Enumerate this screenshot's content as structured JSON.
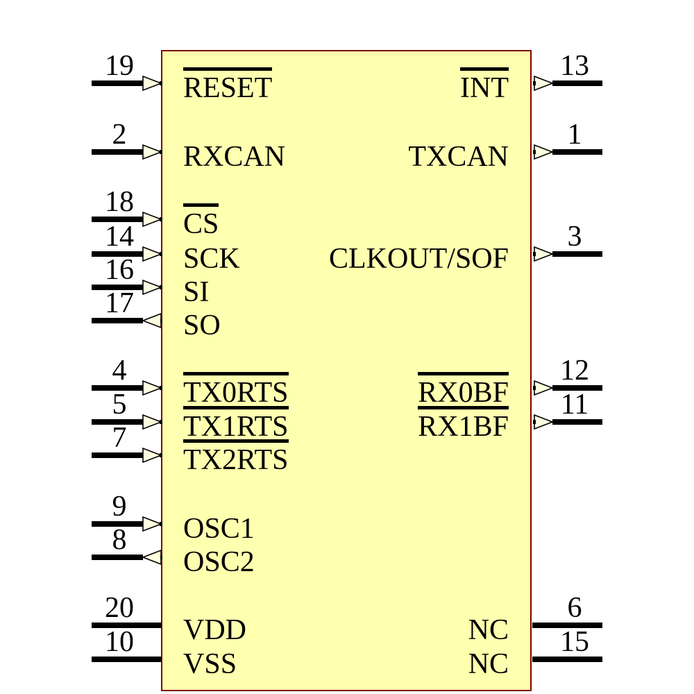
{
  "diagram": {
    "kind": "ic-schematic-symbol",
    "body_fill": "#FFFFB0",
    "body_border": "#7F0000",
    "arrow_fill": "#FFFFE0",
    "line_color": "#000000"
  },
  "pins": {
    "left": [
      {
        "number": "19",
        "label": "RESET",
        "overbar": true,
        "direction": "input"
      },
      {
        "number": "2",
        "label": "RXCAN",
        "overbar": false,
        "direction": "input"
      },
      {
        "number": "18",
        "label": "CS",
        "overbar": true,
        "direction": "input"
      },
      {
        "number": "14",
        "label": "SCK",
        "overbar": false,
        "direction": "input"
      },
      {
        "number": "16",
        "label": "SI",
        "overbar": false,
        "direction": "input"
      },
      {
        "number": "17",
        "label": "SO",
        "overbar": false,
        "direction": "output"
      },
      {
        "number": "4",
        "label": "TX0RTS",
        "overbar": true,
        "direction": "input"
      },
      {
        "number": "5",
        "label": "TX1RTS",
        "overbar": true,
        "direction": "input"
      },
      {
        "number": "7",
        "label": "TX2RTS",
        "overbar": true,
        "direction": "input"
      },
      {
        "number": "9",
        "label": "OSC1",
        "overbar": false,
        "direction": "input"
      },
      {
        "number": "8",
        "label": "OSC2",
        "overbar": false,
        "direction": "output"
      },
      {
        "number": "20",
        "label": "VDD",
        "overbar": false,
        "direction": "power"
      },
      {
        "number": "10",
        "label": "VSS",
        "overbar": false,
        "direction": "power"
      }
    ],
    "right": [
      {
        "number": "13",
        "label": "INT",
        "overbar": true,
        "direction": "output"
      },
      {
        "number": "1",
        "label": "TXCAN",
        "overbar": false,
        "direction": "output"
      },
      {
        "number": "3",
        "label": "CLKOUT/SOF",
        "overbar": false,
        "direction": "output"
      },
      {
        "number": "12",
        "label": "RX0BF",
        "overbar": true,
        "direction": "output"
      },
      {
        "number": "11",
        "label": "RX1BF",
        "overbar": true,
        "direction": "output"
      },
      {
        "number": "6",
        "label": "NC",
        "overbar": false,
        "direction": "nc"
      },
      {
        "number": "15",
        "label": "NC",
        "overbar": false,
        "direction": "nc"
      }
    ]
  }
}
